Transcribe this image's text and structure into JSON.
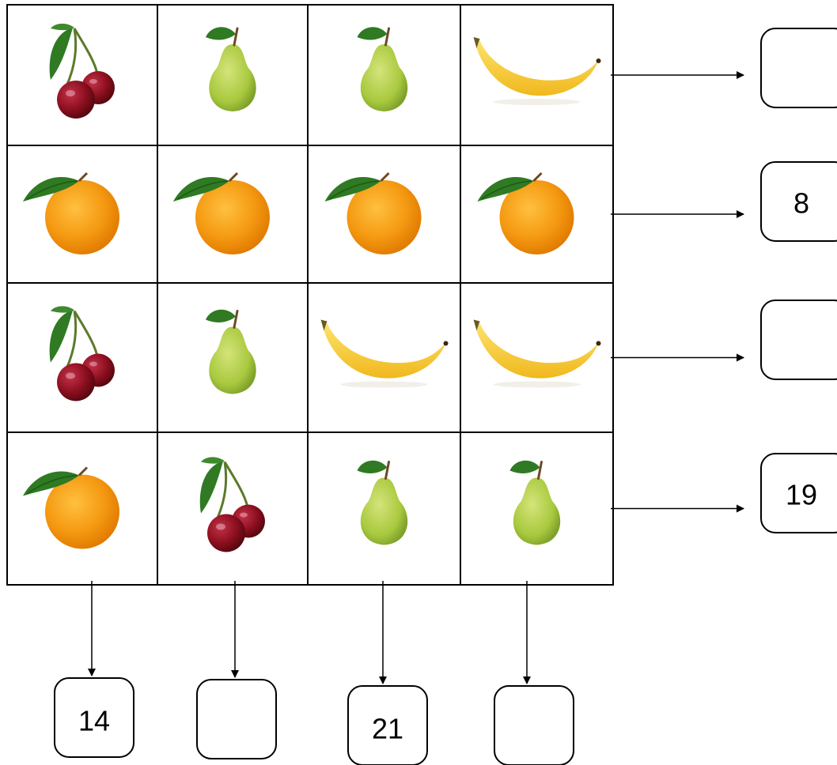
{
  "puzzle": {
    "grid": [
      [
        "cherry-icon",
        "pear-icon",
        "pear-icon",
        "banana-icon"
      ],
      [
        "orange-icon",
        "orange-icon",
        "orange-icon",
        "orange-icon"
      ],
      [
        "cherry-icon",
        "pear-icon",
        "banana-icon",
        "banana-icon"
      ],
      [
        "orange-icon",
        "cherry-icon",
        "pear-icon",
        "pear-icon"
      ]
    ],
    "row_totals": [
      "",
      "8",
      "",
      "19"
    ],
    "column_totals": [
      "14",
      "",
      "21",
      ""
    ]
  },
  "colors": {
    "cherry": "#8b0f1e",
    "pear": "#a9c93f",
    "banana": "#f7d132",
    "orange": "#f59a12",
    "leaf": "#2f7a23",
    "stem": "#6b4a24"
  }
}
